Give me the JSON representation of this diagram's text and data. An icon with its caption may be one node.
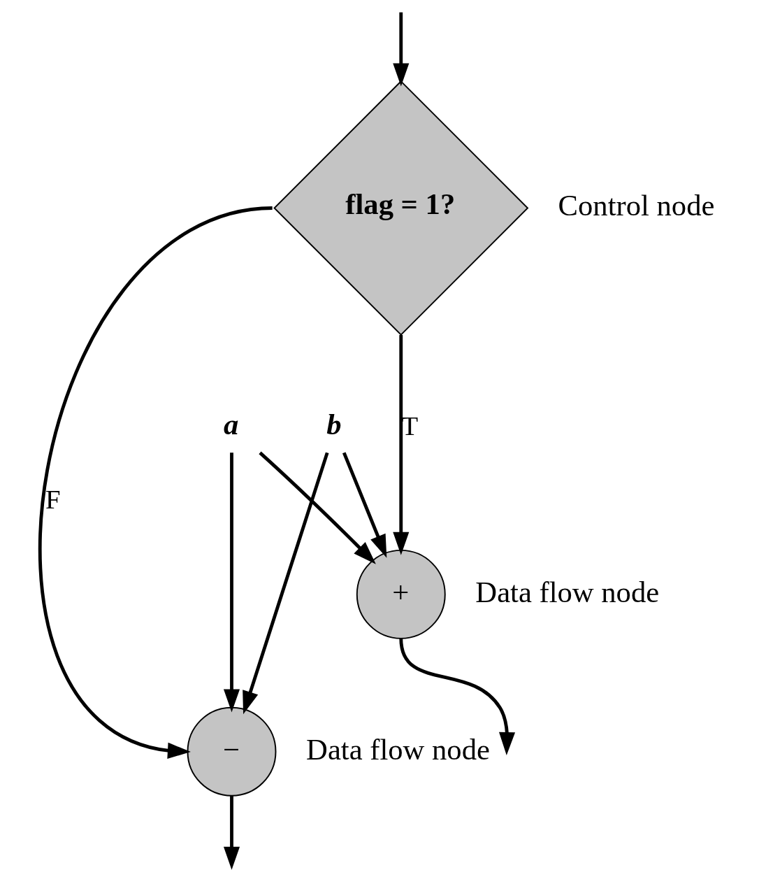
{
  "diagram": {
    "nodes": [
      {
        "text": [
          "flag = 1?"
        ],
        "beside": [
          "Control node"
        ]
      },
      {
        "text": [
          "a"
        ]
      },
      {
        "text": [
          "b"
        ]
      },
      {
        "text": [
          "+"
        ],
        "beside": [
          "Data flow node"
        ]
      },
      {
        "text": [
          "−"
        ],
        "beside": [
          "Data flow node"
        ]
      }
    ],
    "edges": [
      {
        "from": null,
        "to": 0,
        "arrow": "to"
      },
      {
        "from": 0,
        "to": 4,
        "label": "F",
        "arrow": "to"
      },
      {
        "from": 0,
        "to": 3,
        "label": "T",
        "arrow": "to"
      },
      {
        "from": 1,
        "to": 3,
        "arrow": "to"
      },
      {
        "from": 1,
        "to": 4,
        "arrow": "to"
      },
      {
        "from": 2,
        "to": 3,
        "arrow": "to"
      },
      {
        "from": 2,
        "to": 4,
        "arrow": "to"
      },
      {
        "from": 3,
        "to": null,
        "arrow": "to"
      },
      {
        "from": 4,
        "to": null,
        "arrow": "to"
      }
    ]
  }
}
